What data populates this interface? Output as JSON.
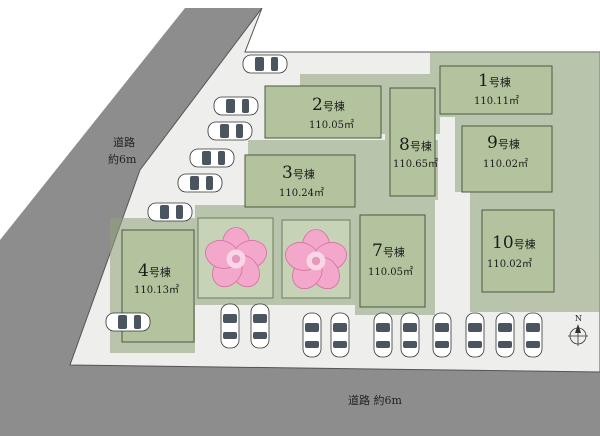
{
  "roads": {
    "west_label": "道路",
    "west_width": "約6m",
    "south_label": "道路 約6m"
  },
  "north_arrow": "N",
  "lots": [
    {
      "id": "lot-1",
      "number": "1",
      "unit": "号棟",
      "area": "110.11㎡"
    },
    {
      "id": "lot-2",
      "number": "2",
      "unit": "号棟",
      "area": "110.05㎡"
    },
    {
      "id": "lot-3",
      "number": "3",
      "unit": "号棟",
      "area": "110.24㎡"
    },
    {
      "id": "lot-4",
      "number": "4",
      "unit": "号棟",
      "area": "110.13㎡"
    },
    {
      "id": "lot-7",
      "number": "7",
      "unit": "号棟",
      "area": "110.05㎡"
    },
    {
      "id": "lot-8",
      "number": "8",
      "unit": "号棟",
      "area": "110.65㎡"
    },
    {
      "id": "lot-9",
      "number": "9",
      "unit": "号棟",
      "area": "110.02㎡"
    },
    {
      "id": "lot-10",
      "number": "10",
      "unit": "号棟",
      "area": "110.02㎡"
    }
  ],
  "colors": {
    "road": "#8d8d8d",
    "site": "#eeeeec",
    "lawn": "#8fa27a",
    "roof": "#b3c39e",
    "roof_edge": "#4a5a3f",
    "car": "#ffffff",
    "car_window": "#4a5560",
    "flower": "#f2a6c8"
  }
}
